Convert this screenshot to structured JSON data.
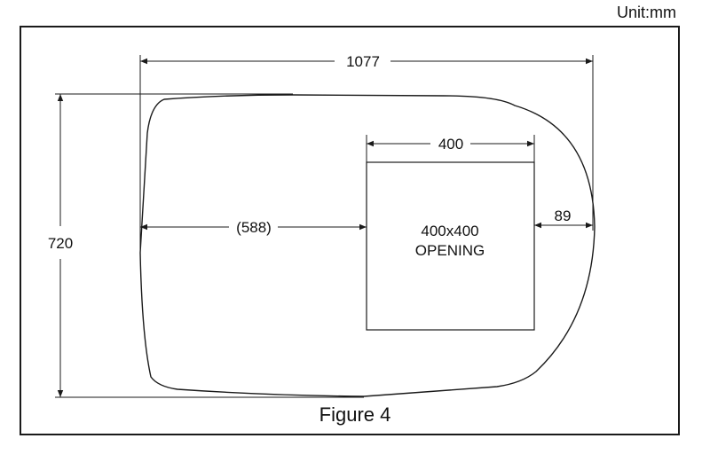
{
  "unit_label": "Unit:mm",
  "caption": "Figure 4",
  "dimensions": {
    "overall_length": "1077",
    "overall_width": "720",
    "opening_width": "400",
    "offset_to_opening": "(588)",
    "edge_clearance": "89"
  },
  "opening_label": {
    "line1": "400x400",
    "line2": "OPENING"
  },
  "colors": {
    "line": "#1a1a1a",
    "background": "#ffffff"
  }
}
